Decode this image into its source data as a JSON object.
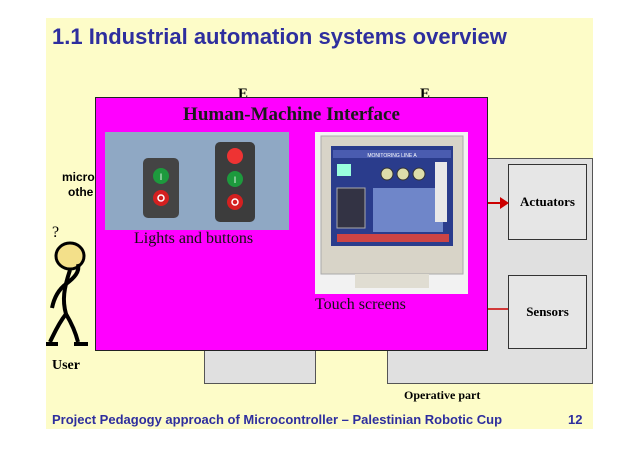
{
  "slide": {
    "title": "1.1 Industrial automation systems overview",
    "footer": "Project Pedagogy approach of Microcontroller – Palestinian Robotic Cup",
    "page_number": "12"
  },
  "background_fragments": {
    "left_top": "E",
    "right_top": "E",
    "left_line1": "micro",
    "left_line2": "othe"
  },
  "user": {
    "label": "User",
    "question_mark": "?"
  },
  "operative_part": {
    "label": "Operative part",
    "actuators": "Actuators",
    "sensors": "Sensors"
  },
  "hmi": {
    "title": "Human-Machine Interface",
    "lights_caption": "Lights and buttons",
    "touch_caption": "Touch screens",
    "screen_header": "MONITORING LINE A"
  },
  "colors": {
    "title": "#2e2e9e",
    "slide_background": "#fdfcc8",
    "hmi_background": "#ff00ff",
    "arrow": "#cc0000"
  }
}
